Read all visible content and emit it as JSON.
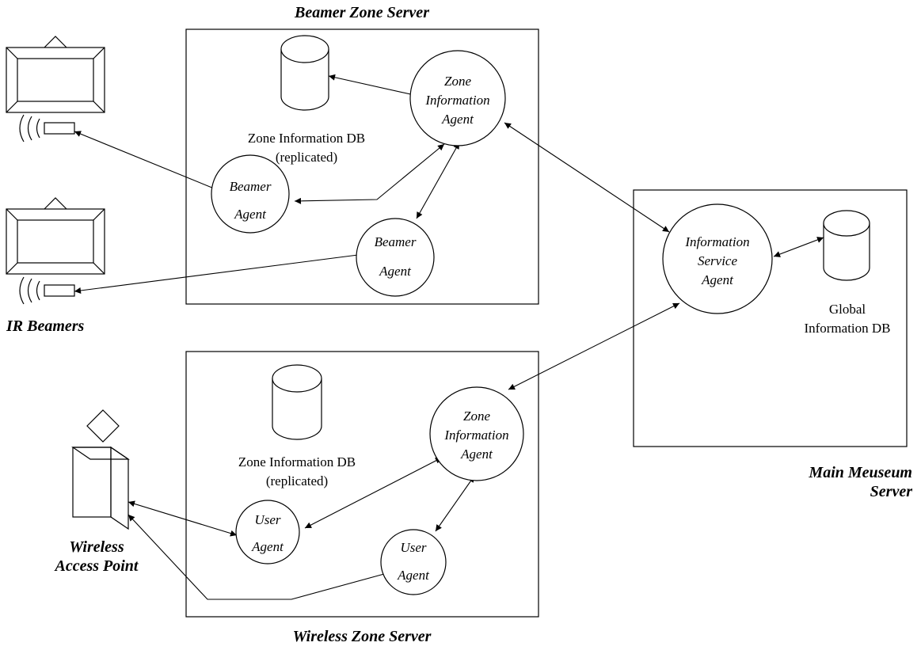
{
  "servers": {
    "beamer": {
      "title": "Beamer Zone Server"
    },
    "wireless": {
      "title": "Wireless Zone Server"
    },
    "main": {
      "title_line1": "Main Meuseum",
      "title_line2": "Server"
    }
  },
  "external": {
    "ir_beamers": "IR Beamers",
    "access_point_line1": "Wireless",
    "access_point_line2": "Access Point"
  },
  "agents": {
    "zone_info_line1": "Zone",
    "zone_info_line2": "Information",
    "zone_info_line3": "Agent",
    "beamer_line1": "Beamer",
    "beamer_line2": "Agent",
    "user_line1": "User",
    "user_line2": "Agent",
    "info_service_line1": "Information",
    "info_service_line2": "Service",
    "info_service_line3": "Agent"
  },
  "databases": {
    "zone_db_line1": "Zone Information DB",
    "zone_db_line2": "(replicated)",
    "global_db_line1": "Global",
    "global_db_line2": "Information DB"
  }
}
